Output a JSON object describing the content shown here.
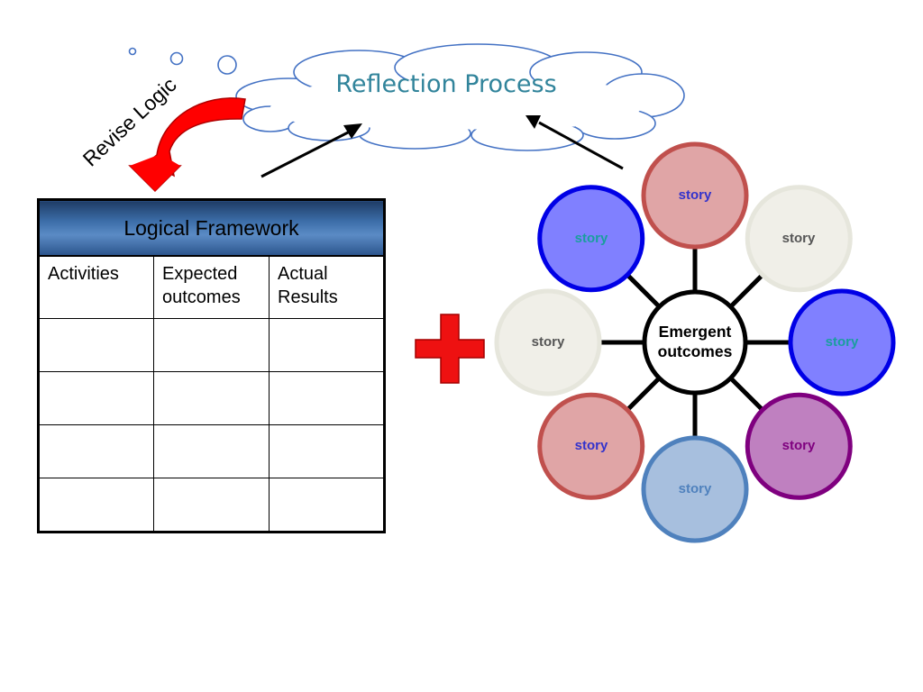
{
  "cloud": {
    "title": "Reflection Process"
  },
  "revise_logic": {
    "label": "Revise Logic"
  },
  "framework": {
    "title": "Logical Framework",
    "columns": [
      "Activities",
      "Expected outcomes",
      "Actual Results"
    ],
    "empty_rows": 4
  },
  "hub": {
    "center_label": "Emergent outcomes",
    "stories": [
      {
        "label": "story",
        "fill": "#e0a5a6",
        "stroke": "#c0504d",
        "text_color": "#3333cc"
      },
      {
        "label": "story",
        "fill": "#f0efe8",
        "stroke": "#e6e6dc",
        "text_color": "#555555"
      },
      {
        "label": "story",
        "fill": "#8080ff",
        "stroke": "#0000e6",
        "text_color": "#1a9e9e"
      },
      {
        "label": "story",
        "fill": "#bf80c0",
        "stroke": "#7f007f",
        "text_color": "#7f007f"
      },
      {
        "label": "story",
        "fill": "#a7bfde",
        "stroke": "#4f81bd",
        "text_color": "#4f81bd"
      },
      {
        "label": "story",
        "fill": "#e0a5a6",
        "stroke": "#c0504d",
        "text_color": "#3333cc"
      },
      {
        "label": "story",
        "fill": "#f0efe8",
        "stroke": "#e6e6dc",
        "text_color": "#555555"
      },
      {
        "label": "story",
        "fill": "#8080ff",
        "stroke": "#0000e6",
        "text_color": "#1a9e9e"
      }
    ]
  },
  "colors": {
    "cloud_outline": "#4472c4",
    "cloud_title": "#31849b",
    "plus": "#ee1111",
    "curved_arrow": "#ff0000",
    "table_header_bg": "#3d6faa"
  }
}
